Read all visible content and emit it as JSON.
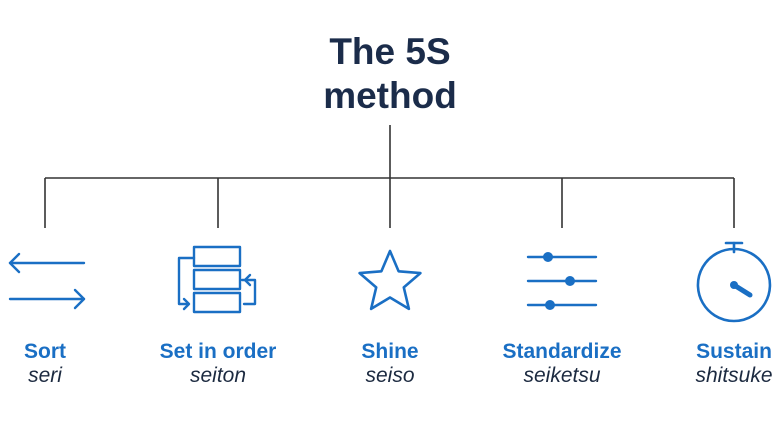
{
  "title": {
    "line1": "The 5S",
    "line2": "method"
  },
  "colors": {
    "accent": "#1a6fc4",
    "title": "#1b2c4a",
    "connector": "#333333"
  },
  "steps": [
    {
      "label": "Sort",
      "japanese": "seri",
      "icon": "arrows-left-right-icon"
    },
    {
      "label": "Set in order",
      "japanese": "seiton",
      "icon": "stacked-boxes-icon"
    },
    {
      "label": "Shine",
      "japanese": "seiso",
      "icon": "star-icon"
    },
    {
      "label": "Standardize",
      "japanese": "seiketsu",
      "icon": "sliders-icon"
    },
    {
      "label": "Sustain",
      "japanese": "shitsuke",
      "icon": "gauge-icon"
    }
  ]
}
